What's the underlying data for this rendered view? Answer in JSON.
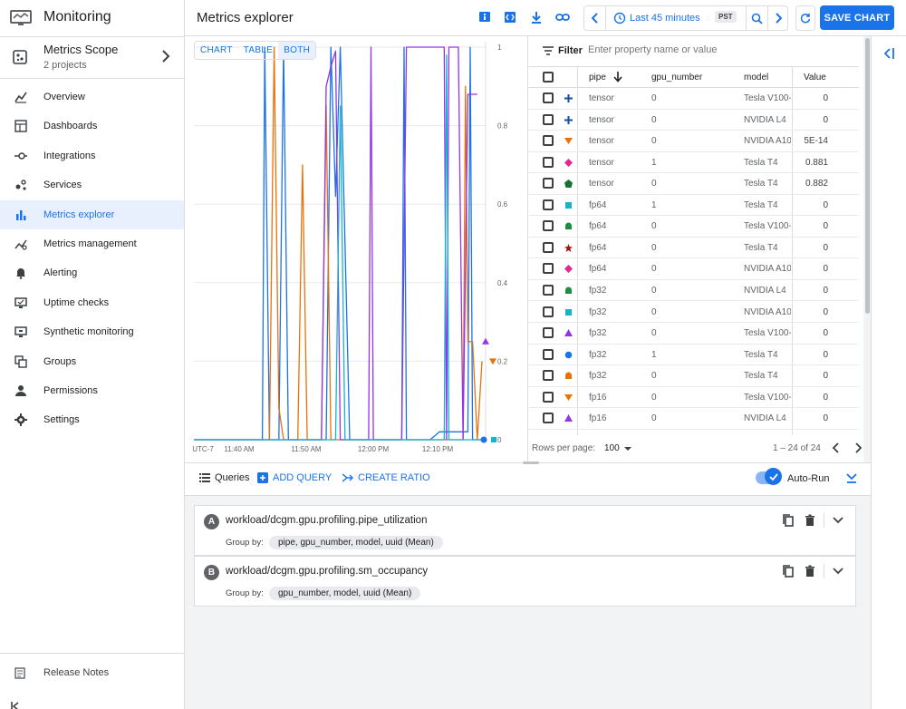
{
  "app": {
    "title": "Monitoring"
  },
  "sidebar": {
    "scope_title": "Metrics Scope",
    "scope_subtitle": "2 projects",
    "items": [
      {
        "label": "Overview",
        "icon": "overview-icon"
      },
      {
        "label": "Dashboards",
        "icon": "dashboards-icon"
      },
      {
        "label": "Integrations",
        "icon": "integrations-icon"
      },
      {
        "label": "Services",
        "icon": "services-icon"
      },
      {
        "label": "Metrics explorer",
        "icon": "bar-chart-icon",
        "active": true
      },
      {
        "label": "Metrics management",
        "icon": "metrics-management-icon"
      },
      {
        "label": "Alerting",
        "icon": "bell-icon"
      },
      {
        "label": "Uptime checks",
        "icon": "monitor-icon"
      },
      {
        "label": "Synthetic monitoring",
        "icon": "synthetic-icon"
      },
      {
        "label": "Groups",
        "icon": "groups-icon"
      },
      {
        "label": "Permissions",
        "icon": "person-icon"
      },
      {
        "label": "Settings",
        "icon": "gear-icon"
      }
    ],
    "release_notes": "Release Notes"
  },
  "header": {
    "page_title": "Metrics explorer",
    "time_range": "Last 45 minutes",
    "timezone": "PST",
    "save_label": "SAVE CHART"
  },
  "view_toggle": {
    "chart": "CHART",
    "table": "TABLE",
    "both": "BOTH",
    "selected": "BOTH"
  },
  "chart_data": {
    "type": "line",
    "x": [
      "11:34",
      "11:37",
      "11:37.5",
      "11:38",
      "11:41",
      "11:42",
      "11:42.5",
      "11:43",
      "11:44",
      "11:45",
      "11:46",
      "11:47",
      "11:48",
      "11:49",
      "11:50",
      "11:50.5",
      "11:51",
      "11:52",
      "11:53",
      "11:54",
      "11:58",
      "12:00",
      "12:01",
      "12:05",
      "12:05.5",
      "12:06",
      "12:07",
      "12:08",
      "12:09",
      "12:10",
      "12:11",
      "12:12",
      "12:13",
      "12:14",
      "12:15",
      "12:15.5",
      "12:16",
      "12:17",
      "12:18",
      "12:18.5",
      "12:19"
    ],
    "x_tick_labels": [
      "UTC-7",
      "11:40 AM",
      "11:50 AM",
      "12:00 PM",
      "12:10 PM"
    ],
    "y_tick_labels": [
      "1",
      "0.8",
      "0.6",
      "0.4",
      "0.2",
      "0"
    ],
    "ylim": [
      0,
      1
    ],
    "grid": true,
    "series": [
      {
        "color": "#1a73e8",
        "points": [
          [
            0,
            0
          ],
          [
            14.5,
            0
          ],
          [
            15,
            1
          ],
          [
            16,
            0
          ],
          [
            18,
            0
          ],
          [
            19,
            1
          ],
          [
            20,
            0
          ],
          [
            28,
            0
          ],
          [
            29,
            1
          ],
          [
            30,
            0.62
          ],
          [
            31,
            1
          ],
          [
            33,
            0
          ],
          [
            44,
            0
          ],
          [
            44.5,
            1
          ],
          [
            45,
            0
          ],
          [
            50,
            0
          ],
          [
            51,
            0.01
          ],
          [
            52,
            0.02
          ],
          [
            58,
            0.02
          ],
          [
            58.5,
            1
          ],
          [
            59,
            0
          ],
          [
            61,
            0
          ]
        ]
      },
      {
        "color": "#e8710a",
        "points": [
          [
            0,
            0
          ],
          [
            16,
            0
          ],
          [
            17,
            1
          ],
          [
            18,
            0.08
          ],
          [
            19,
            0
          ],
          [
            22,
            0
          ],
          [
            23,
            0.7
          ],
          [
            24,
            0
          ],
          [
            27,
            0
          ],
          [
            28,
            0.85
          ],
          [
            29,
            0
          ],
          [
            57,
            0
          ],
          [
            57.5,
            0.9
          ],
          [
            58,
            0.25
          ],
          [
            59,
            0.25
          ],
          [
            60,
            0
          ],
          [
            61,
            0.2
          ]
        ]
      },
      {
        "color": "#9334e6",
        "points": [
          [
            0,
            0
          ],
          [
            27,
            0
          ],
          [
            28,
            0.9
          ],
          [
            29,
            0.95
          ],
          [
            30,
            0.99
          ],
          [
            31,
            0
          ],
          [
            37,
            0
          ],
          [
            37.5,
            1
          ],
          [
            38,
            0
          ],
          [
            44,
            0
          ],
          [
            45,
            1
          ],
          [
            52,
            1
          ],
          [
            53,
            1
          ],
          [
            53.5,
            0
          ],
          [
            54,
            1
          ],
          [
            56,
            1
          ],
          [
            57,
            0
          ],
          [
            58,
            0.88
          ],
          [
            59,
            0.88
          ],
          [
            60,
            0.88
          ]
        ]
      },
      {
        "color": "#12b5cb",
        "points": [
          [
            0,
            0
          ],
          [
            30,
            0
          ],
          [
            31,
            0.85
          ],
          [
            32,
            0
          ],
          [
            53,
            0
          ],
          [
            53.5,
            0.98
          ],
          [
            54,
            0
          ],
          [
            61,
            0
          ]
        ]
      }
    ],
    "end_markers": [
      {
        "shape": "triangle",
        "color": "#9334e6",
        "value": 0.25
      },
      {
        "shape": "triangle-down",
        "color": "#e8710a",
        "value": 0.2
      },
      {
        "shape": "circle",
        "color": "#1a73e8",
        "value": 0
      },
      {
        "shape": "square",
        "color": "#12b5cb",
        "value": 0
      }
    ]
  },
  "table": {
    "filter_label": "Filter",
    "filter_placeholder": "Enter property name or value",
    "columns": [
      "pipe",
      "gpu_number",
      "model",
      "Value"
    ],
    "rows": [
      {
        "marker": "plus",
        "color": "#174ea6",
        "pipe": "tensor",
        "gpu_number": "0",
        "model": "Tesla V100-",
        "value": "0"
      },
      {
        "marker": "plus",
        "color": "#174ea6",
        "pipe": "tensor",
        "gpu_number": "0",
        "model": "NVIDIA L4",
        "value": "0"
      },
      {
        "marker": "triangle-down",
        "color": "#e8710a",
        "pipe": "tensor",
        "gpu_number": "0",
        "model": "NVIDIA A10",
        "value": "5E-14"
      },
      {
        "marker": "diamond",
        "color": "#e52592",
        "pipe": "tensor",
        "gpu_number": "1",
        "model": "Tesla T4",
        "value": "0.881"
      },
      {
        "marker": "pentagon",
        "color": "#137333",
        "pipe": "tensor",
        "gpu_number": "0",
        "model": "Tesla T4",
        "value": "0.882"
      },
      {
        "marker": "square",
        "color": "#12b5cb",
        "pipe": "fp64",
        "gpu_number": "1",
        "model": "Tesla T4",
        "value": "0"
      },
      {
        "marker": "shield",
        "color": "#1e8e3e",
        "pipe": "fp64",
        "gpu_number": "0",
        "model": "Tesla V100-",
        "value": "0"
      },
      {
        "marker": "star",
        "color": "#a50e0e",
        "pipe": "fp64",
        "gpu_number": "0",
        "model": "Tesla T4",
        "value": "0"
      },
      {
        "marker": "diamond",
        "color": "#e52592",
        "pipe": "fp64",
        "gpu_number": "0",
        "model": "NVIDIA A10",
        "value": "0"
      },
      {
        "marker": "shield",
        "color": "#1e8e3e",
        "pipe": "fp32",
        "gpu_number": "0",
        "model": "NVIDIA L4",
        "value": "0"
      },
      {
        "marker": "square",
        "color": "#12b5cb",
        "pipe": "fp32",
        "gpu_number": "0",
        "model": "NVIDIA A10",
        "value": "0"
      },
      {
        "marker": "triangle",
        "color": "#9334e6",
        "pipe": "fp32",
        "gpu_number": "0",
        "model": "Tesla V100-",
        "value": "0"
      },
      {
        "marker": "circle",
        "color": "#1a73e8",
        "pipe": "fp32",
        "gpu_number": "1",
        "model": "Tesla T4",
        "value": "0"
      },
      {
        "marker": "shield",
        "color": "#e8710a",
        "pipe": "fp32",
        "gpu_number": "0",
        "model": "Tesla T4",
        "value": "0"
      },
      {
        "marker": "triangle-down",
        "color": "#e8710a",
        "pipe": "fp16",
        "gpu_number": "0",
        "model": "Tesla V100-",
        "value": "0"
      },
      {
        "marker": "triangle",
        "color": "#9334e6",
        "pipe": "fp16",
        "gpu_number": "0",
        "model": "NVIDIA L4",
        "value": "0"
      }
    ],
    "rows_per_page_label": "Rows per page:",
    "rows_per_page": "100",
    "range_label": "1 – 24 of 24"
  },
  "queries": {
    "tab_label": "Queries",
    "add_query": "ADD QUERY",
    "create_ratio": "CREATE RATIO",
    "autorun_label": "Auto-Run",
    "autorun_on": true,
    "group_by_label": "Group by:",
    "items": [
      {
        "badge": "A",
        "metric": "workload/dcgm.gpu.profiling.pipe_utilization",
        "group_by": "pipe, gpu_number, model, uuid (Mean)"
      },
      {
        "badge": "B",
        "metric": "workload/dcgm.gpu.profiling.sm_occupancy",
        "group_by": "gpu_number, model, uuid (Mean)"
      }
    ]
  }
}
